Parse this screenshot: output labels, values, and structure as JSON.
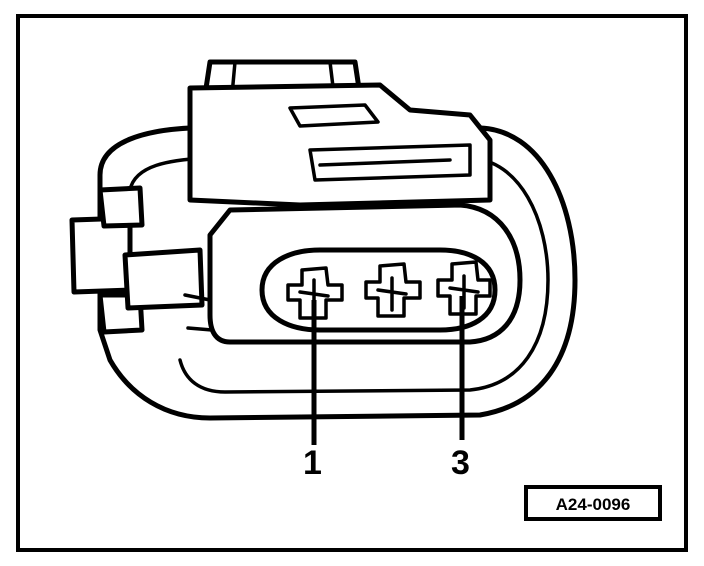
{
  "figure": {
    "callouts": [
      {
        "number": "1"
      },
      {
        "number": "3"
      }
    ],
    "figure_id": "A24-0096"
  }
}
